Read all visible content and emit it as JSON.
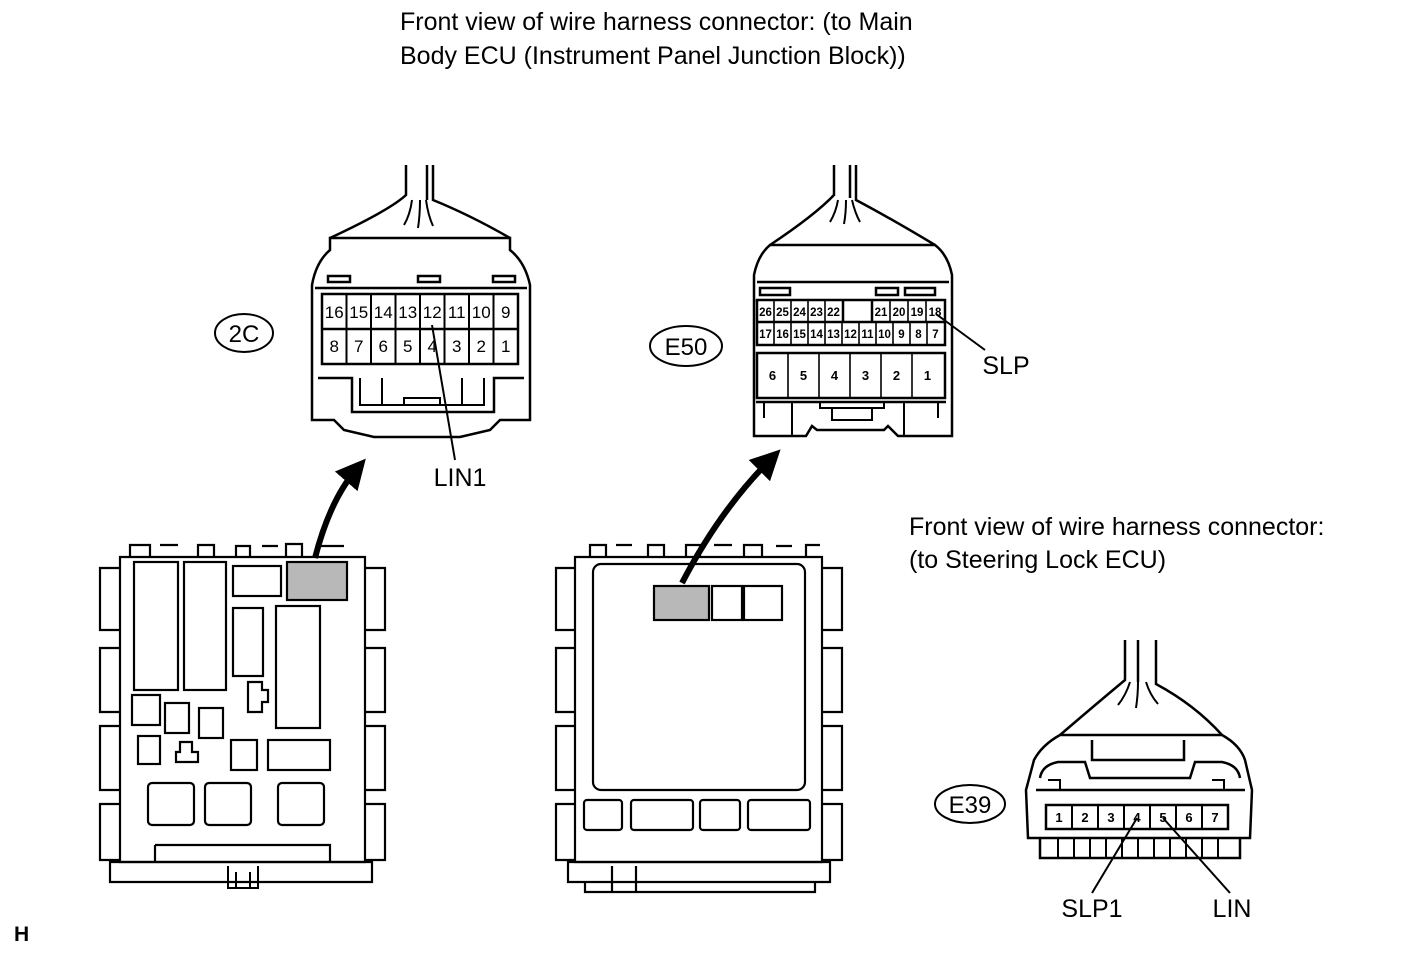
{
  "captions": {
    "main_body_line1": "Front view of wire harness connector: (to Main",
    "main_body_line2": "Body ECU (Instrument Panel Junction Block))",
    "steering_line1": "Front view of wire harness connector:",
    "steering_line2": "(to Steering Lock ECU)"
  },
  "connectors": {
    "c2c": {
      "code": "2C",
      "top_row": [
        "16",
        "15",
        "14",
        "13",
        "12",
        "11",
        "10",
        "9"
      ],
      "bottom_row": [
        "8",
        "7",
        "6",
        "5",
        "4",
        "3",
        "2",
        "1"
      ],
      "callout": "LIN1"
    },
    "e50": {
      "code": "E50",
      "row1_left": [
        "26",
        "25",
        "24",
        "23",
        "22"
      ],
      "row1_right": [
        "21",
        "20",
        "19",
        "18"
      ],
      "row2": [
        "17",
        "16",
        "15",
        "14",
        "13",
        "12",
        "11",
        "10",
        "9",
        "8",
        "7"
      ],
      "row3": [
        "6",
        "5",
        "4",
        "3",
        "2",
        "1"
      ],
      "callout": "SLP"
    },
    "e39": {
      "code": "E39",
      "pins": [
        "1",
        "2",
        "3",
        "4",
        "5",
        "6",
        "7"
      ],
      "callout_left": "SLP1",
      "callout_right": "LIN"
    }
  },
  "corner_mark": "H"
}
